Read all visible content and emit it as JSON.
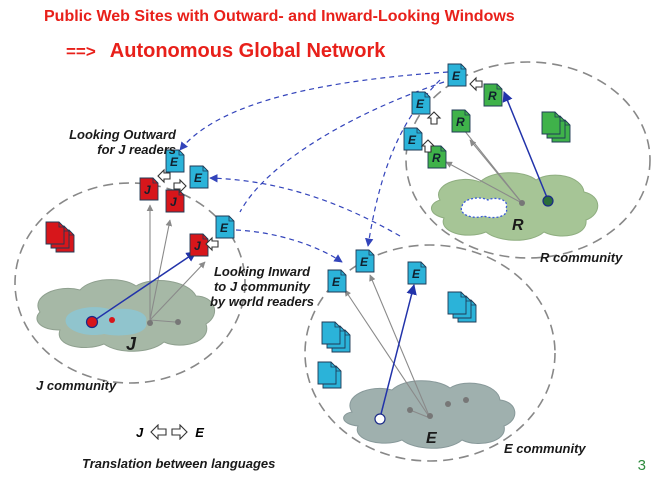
{
  "title": {
    "line1": "Public Web Sites with Outward- and Inward-Looking Windows",
    "line2_arrow": "==>",
    "line2": "Autonomous Global Network"
  },
  "labels": {
    "looking_outward_line1": "Looking Outward",
    "looking_outward_line2": "for J readers",
    "looking_inward_line1": "Looking Inward",
    "looking_inward_line2": "to J community",
    "looking_inward_line3": "by world readers",
    "r_community": "R community",
    "j_community": "J community",
    "e_community": "E community",
    "translation": "Translation between languages"
  },
  "legend": {
    "left_letter": "J",
    "right_letter": "E"
  },
  "page_number": "3",
  "site_letters": {
    "e": "E",
    "j": "J",
    "r": "R"
  },
  "cloud_letters": {
    "j": "J",
    "r": "R",
    "e": "E"
  },
  "colors": {
    "title": "#e8201a",
    "e_site": "#2bb3d9",
    "j_site": "#d7161b",
    "r_site": "#3fb24a",
    "cloud": "#9cb0a4",
    "link_blue": "#2233aa",
    "link_gray": "#8a8a8a",
    "page_number": "#2e8b3d"
  }
}
